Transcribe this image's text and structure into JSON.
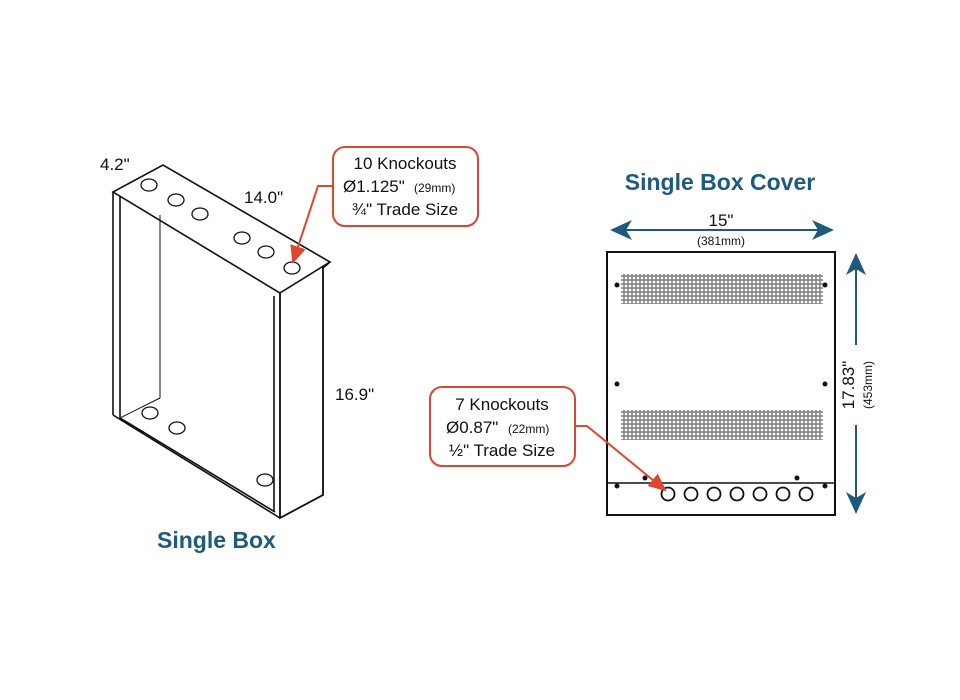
{
  "single_box": {
    "title": "Single Box",
    "depth": "4.2\"",
    "width": "14.0\"",
    "height": "16.9\"",
    "callout": {
      "line1": "10 Knockouts",
      "line2": "Ø1.125\"",
      "line2_small": "(29mm)",
      "line3": "¾\" Trade Size"
    }
  },
  "cover": {
    "title": "Single Box Cover",
    "width": "15\"",
    "width_mm": "(381mm)",
    "height": "17.83\"",
    "height_mm": "(453mm)",
    "callout": {
      "line1": "7 Knockouts",
      "line2": "Ø0.87\"",
      "line2_small": "(22mm)",
      "line3": "½\" Trade Size"
    }
  },
  "colors": {
    "title": "#1d5a7e",
    "callout": "#e0452f",
    "arrow": "#1d5a7e"
  }
}
